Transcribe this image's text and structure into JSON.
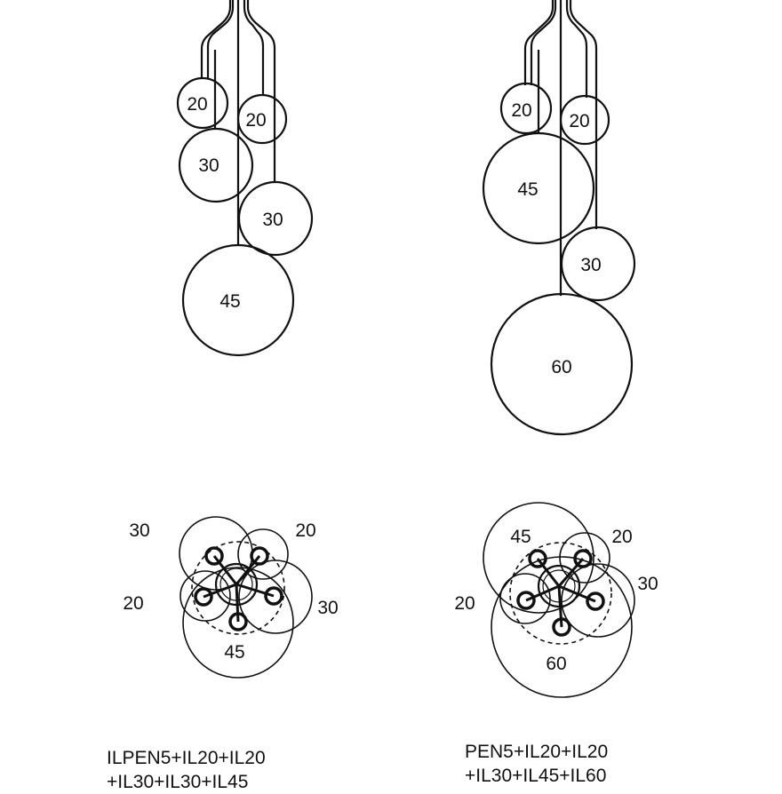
{
  "lamp_a": {
    "globes": [
      "20",
      "20",
      "30",
      "30",
      "45"
    ],
    "plan_labels": [
      "30",
      "20",
      "20",
      "30",
      "45"
    ],
    "caption": [
      "ILPEN5+IL20+IL20",
      "+IL30+IL30+IL45"
    ]
  },
  "lamp_b": {
    "globes": [
      "20",
      "20",
      "45",
      "30",
      "60"
    ],
    "plan_labels": [
      "45",
      "20",
      "20",
      "30",
      "60"
    ],
    "caption": [
      "PEN5+IL20+IL20",
      "+IL30+IL45+IL60"
    ]
  },
  "colors": {
    "line": "#111111",
    "background": "#ffffff"
  }
}
